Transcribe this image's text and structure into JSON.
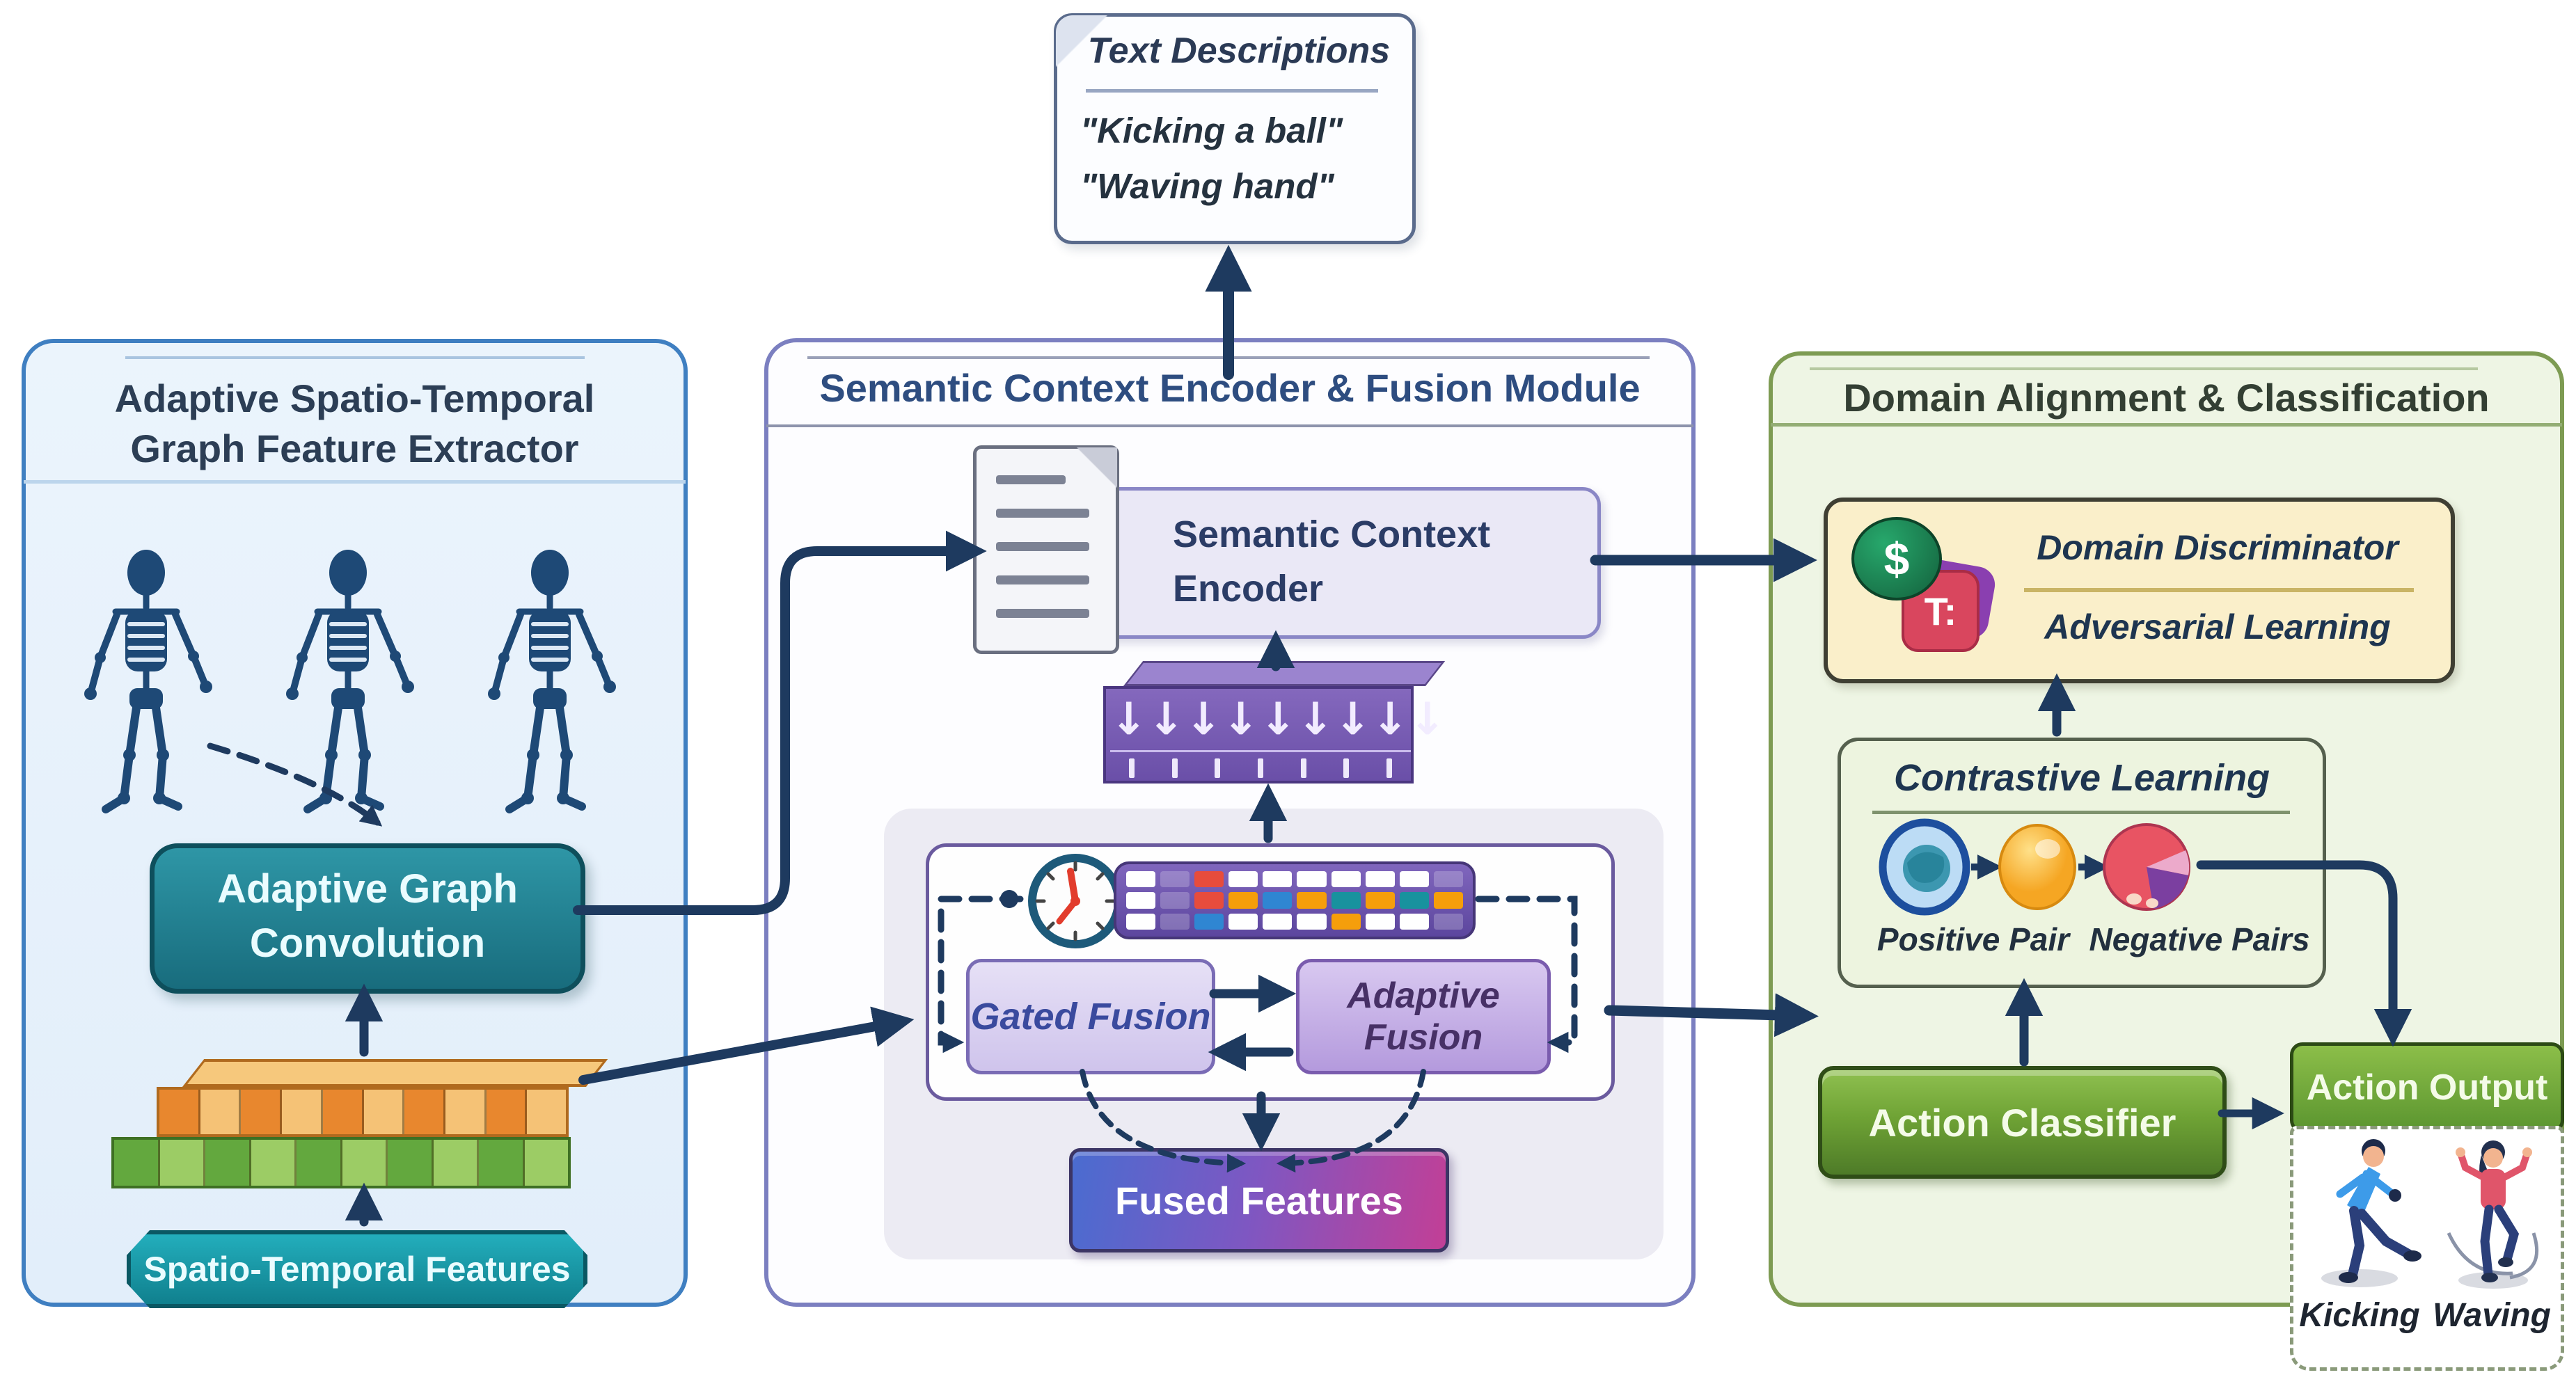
{
  "note": {
    "title": "Text Descriptions",
    "line1": "\"Kicking a ball\"",
    "line2": "\"Waving hand\""
  },
  "left": {
    "title1": "Adaptive Spatio-Temporal",
    "title2": "Graph Feature Extractor",
    "agc1": "Adaptive Graph",
    "agc2": "Convolution",
    "stf": "Spatio-Temporal Features"
  },
  "middle": {
    "title": "Semantic Context Encoder & Fusion Module",
    "sce1": "Semantic Context",
    "sce2": "Encoder",
    "gated": "Gated Fusion",
    "adaptive": "Adaptive Fusion",
    "fused": "Fused Features",
    "encoder_block": {
      "arrow_count": 9,
      "tick_count": 7
    },
    "token_bar": {
      "palette": {
        "w": "#ffffff",
        "p": "rgba(255,255,255,0.22)",
        "r": "#e74c3c",
        "o": "#f59e0b",
        "b": "#2f86d2",
        "t": "#18929e",
        "y": "#f7c948"
      },
      "rows": [
        [
          "w",
          "p",
          "r",
          "w",
          "w",
          "w",
          "w",
          "w",
          "w",
          "p"
        ],
        [
          "w",
          "p",
          "r",
          "o",
          "b",
          "o",
          "t",
          "o",
          "t",
          "o"
        ],
        [
          "w",
          "p",
          "b",
          "w",
          "w",
          "w",
          "o",
          "w",
          "w",
          "p"
        ]
      ]
    }
  },
  "right": {
    "title": "Domain Alignment & Classification",
    "dd1": "Domain Discriminator",
    "dd2": "Adversarial Learning",
    "badge_source": "$",
    "badge_target": "T:",
    "cl_title": "Contrastive Learning",
    "positive": "Positive Pair",
    "negative": "Negative Pairs",
    "classifier": "Action Classifier",
    "output": "Action Output",
    "kicking": "Kicking",
    "waving": "Waving"
  },
  "colors": {
    "arrow": "#1e3a5f",
    "left_border": "#3f7fc1",
    "left_bg": "#e9f2fb",
    "middle_border": "#7b7fc0",
    "right_border": "#7d9b52",
    "right_bg": "#eef5e4",
    "teal_box": "#1d7f8c",
    "green_box": "#5c9630",
    "fused_gradient_start": "#4a6cd0",
    "fused_gradient_end": "#c23f96",
    "encoder_purple": "#6a4fa8"
  }
}
